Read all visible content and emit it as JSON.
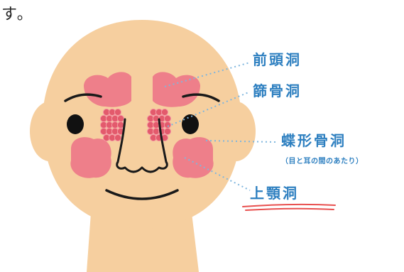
{
  "top_text": "す。",
  "labels": {
    "frontal": "前頭洞",
    "ethmoid": "篩骨洞",
    "sphenoid": "蝶形骨洞",
    "sphenoid_note": "（目と耳の間のあたり）",
    "maxillary": "上顎洞"
  },
  "colors": {
    "skin": "#f6cf9f",
    "sinus": "#ee7f8a",
    "sinus_dots": "#e35a6c",
    "label_text": "#2d7fc0",
    "leader_line": "#7fb6de",
    "underline": "#e8504f",
    "outline": "#1a1a1a"
  }
}
